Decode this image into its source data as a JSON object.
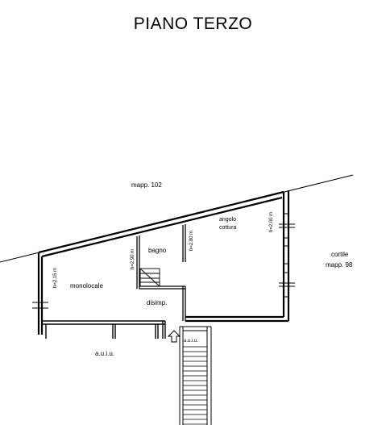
{
  "title": "PIANO TERZO",
  "labels": {
    "mapp_102": "mapp. 102",
    "angolo": "angolo",
    "cottura": "cottura",
    "bagno": "bagno",
    "monolocale": "monolocale",
    "disimp": "disimp.",
    "cortile": "cortile",
    "mapp_98": "mapp. 98",
    "auiu_left": "a.u.i.u.",
    "auiu_right": "a.u.i.u."
  },
  "heights": {
    "h_monolocale": "h=2.15 m",
    "h_bagno": "h=2.90 m",
    "h_mid": "h=2.80 m",
    "h_angolo": "h=2.00 m"
  }
}
